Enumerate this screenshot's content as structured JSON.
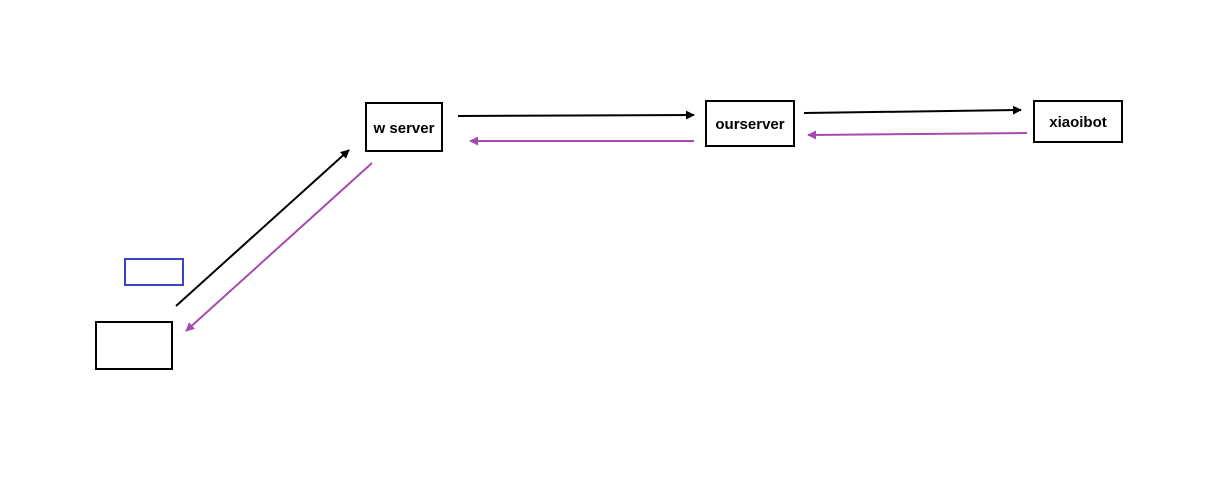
{
  "diagram": {
    "nodes": {
      "client": {
        "label": ""
      },
      "w_server": {
        "label": "w server"
      },
      "ourserver": {
        "label": "ourserver"
      },
      "xiaoibot": {
        "label": "xiaoibot"
      },
      "small_box": {
        "label": ""
      }
    },
    "edges": [
      {
        "from": "client",
        "to": "w_server",
        "kind": "request"
      },
      {
        "from": "w_server",
        "to": "client",
        "kind": "response"
      },
      {
        "from": "w_server",
        "to": "ourserver",
        "kind": "request"
      },
      {
        "from": "ourserver",
        "to": "w_server",
        "kind": "response"
      },
      {
        "from": "ourserver",
        "to": "xiaoibot",
        "kind": "request"
      },
      {
        "from": "xiaoibot",
        "to": "ourserver",
        "kind": "response"
      }
    ],
    "colors": {
      "request": "#000000",
      "response": "#a64aad",
      "small_box_border": "#3b44c0"
    }
  }
}
